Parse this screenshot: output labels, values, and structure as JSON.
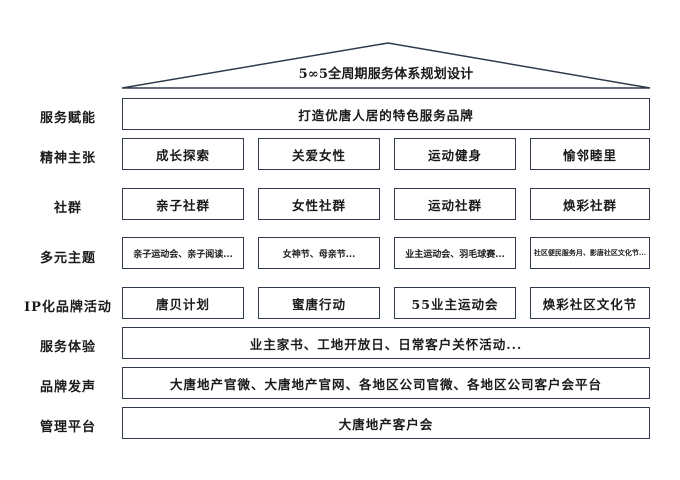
{
  "roof": {
    "title": "5∞5全周期服务体系规划设计"
  },
  "rows": {
    "empower": {
      "label": "服务赋能",
      "content": "打造优唐人居的特色服务品牌"
    },
    "spirit": {
      "label": "精神主张",
      "items": [
        "成长探索",
        "关爱女性",
        "运动健身",
        "愉邻睦里"
      ]
    },
    "community": {
      "label": "社群",
      "items": [
        "亲子社群",
        "女性社群",
        "运动社群",
        "焕彩社群"
      ]
    },
    "themes": {
      "label": "多元主题",
      "items": [
        "亲子运动会、亲子阅读...",
        "女神节、母亲节...",
        "业主运动会、羽毛球赛...",
        "社区便民服务月、影唐社区文化节..."
      ]
    },
    "ip": {
      "label": "IP化品牌活动",
      "items": [
        "唐贝计划",
        "蜜唐行动",
        "55业主运动会",
        "焕彩社区文化节"
      ]
    },
    "experience": {
      "label": "服务体验",
      "content": "业主家书、工地开放日、日常客户关怀活动..."
    },
    "brand_voice": {
      "label": "品牌发声",
      "content": "大唐地产官微、大唐地产官网、各地区公司官微、各地区公司客户会平台"
    },
    "platform": {
      "label": "管理平台",
      "content": "大唐地产客户会"
    }
  }
}
